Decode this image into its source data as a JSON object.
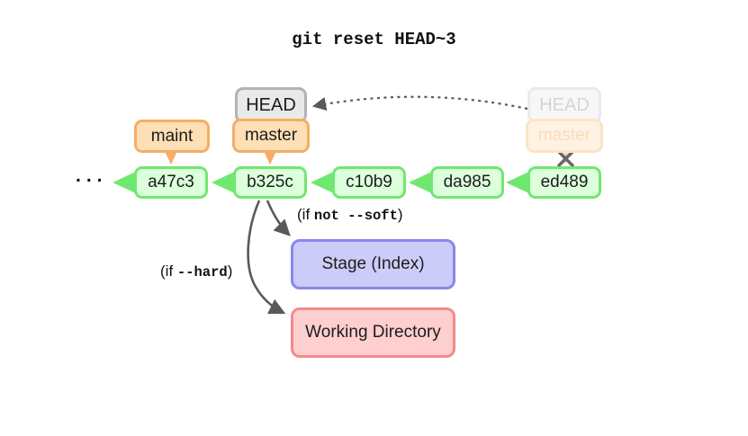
{
  "title": "git reset HEAD~3",
  "ellipsis": "...",
  "commits": [
    "a47c3",
    "b325c",
    "c10b9",
    "da985",
    "ed489"
  ],
  "refs": {
    "maint": "maint",
    "head": "HEAD",
    "master": "master",
    "ghost_head": "HEAD",
    "ghost_master": "master"
  },
  "areas": {
    "stage": "Stage (Index)",
    "working": "Working Directory"
  },
  "annotations": {
    "soft_prefix": "(if ",
    "soft_code": "not --soft",
    "soft_suffix": ")",
    "hard_prefix": "(if ",
    "hard_code": "--hard",
    "hard_suffix": ")"
  },
  "colors": {
    "commit_fill": "#dcffdc",
    "commit_border": "#70e870",
    "branch_fill": "#ffdfb6",
    "branch_border": "#f5ae64",
    "head_fill": "#e9e9e9",
    "head_border": "#b3b3b3",
    "ghost_head_fill": "#f7f7f7",
    "ghost_master_fill": "#fef2e2",
    "stage_fill": "#ccccf8",
    "stage_border": "#8888ee",
    "working_fill": "#ffcfcf",
    "working_border": "#f48a8a",
    "arrow_gray": "#595959",
    "cross_color": "#666666"
  }
}
